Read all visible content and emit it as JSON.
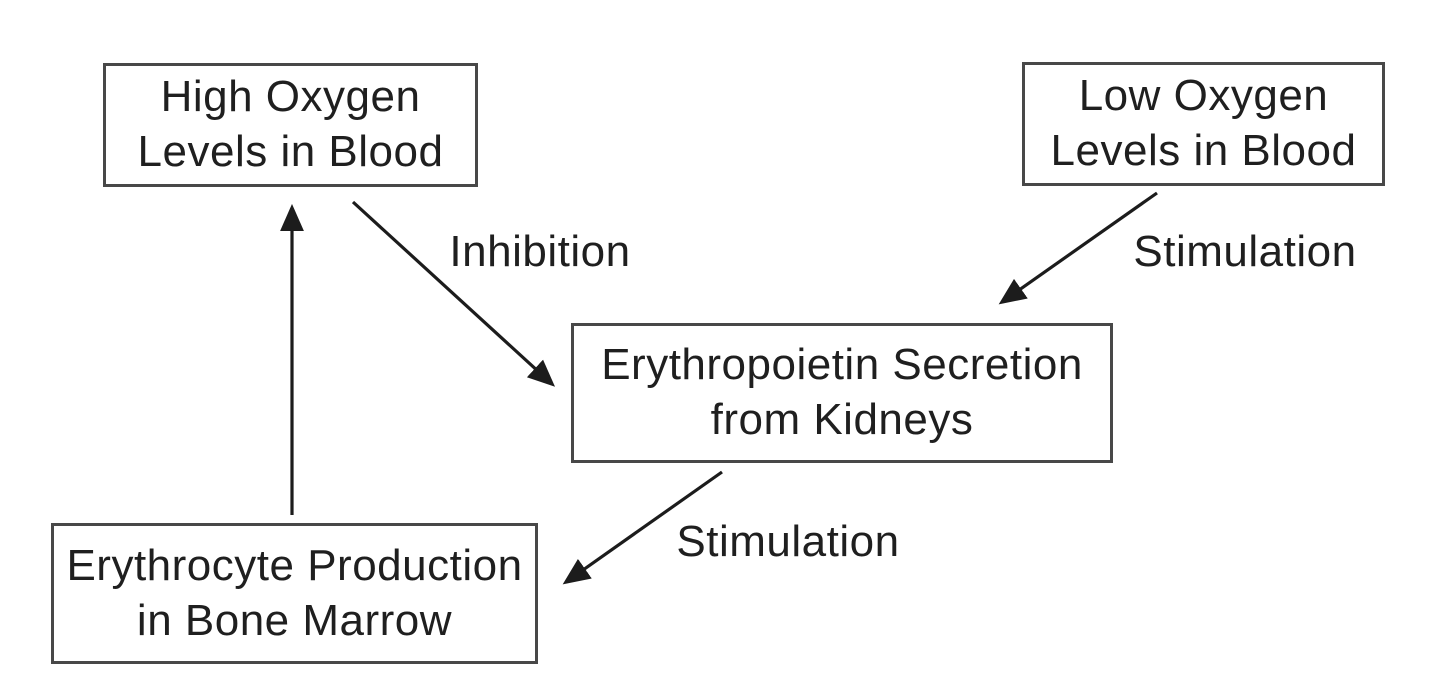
{
  "diagram": {
    "nodes": [
      {
        "id": "high-oxygen",
        "label": "High Oxygen\nLevels in Blood"
      },
      {
        "id": "low-oxygen",
        "label": "Low Oxygen\nLevels in Blood"
      },
      {
        "id": "epo-secretion",
        "label": "Erythropoietin Secretion\nfrom Kidneys"
      },
      {
        "id": "erythrocyte-production",
        "label": "Erythrocyte Production\nin Bone Marrow"
      }
    ],
    "edges": [
      {
        "from": "high-oxygen",
        "to": "epo-secretion",
        "label": "Inhibition"
      },
      {
        "from": "low-oxygen",
        "to": "epo-secretion",
        "label": "Stimulation"
      },
      {
        "from": "epo-secretion",
        "to": "erythrocyte-production",
        "label": "Stimulation"
      },
      {
        "from": "erythrocyte-production",
        "to": "high-oxygen",
        "label": ""
      }
    ],
    "colors": {
      "background": "#ffffff",
      "line": "#1c1c1c",
      "box_border": "#484848",
      "text": "#1f1f1f"
    }
  }
}
